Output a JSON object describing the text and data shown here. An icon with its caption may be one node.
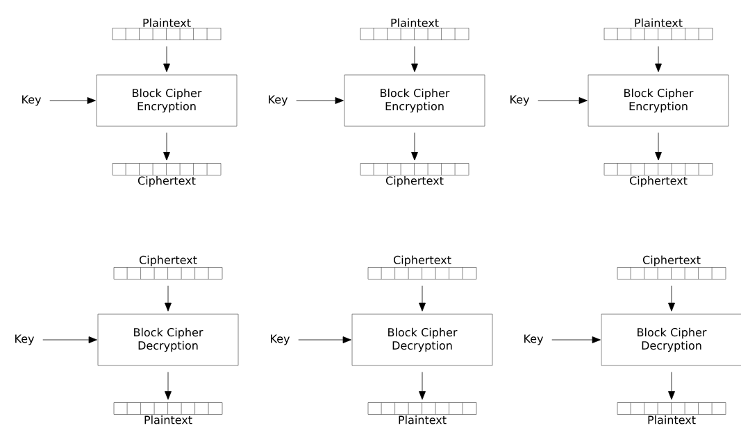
{
  "diagram": {
    "nodes": [
      {
        "text": [
          "Plaintext"
        ]
      },
      {
        "text": [
          "Key"
        ]
      },
      {
        "text": [
          "Block Cipher Encryption"
        ]
      },
      {
        "text": [
          "Ciphertext"
        ]
      },
      {
        "text": [
          "Plaintext"
        ]
      },
      {
        "text": [
          "Key"
        ]
      },
      {
        "text": [
          "Block Cipher Encryption"
        ]
      },
      {
        "text": [
          "Ciphertext"
        ]
      },
      {
        "text": [
          "Plaintext"
        ]
      },
      {
        "text": [
          "Key"
        ]
      },
      {
        "text": [
          "Block Cipher Encryption"
        ]
      },
      {
        "text": [
          "Ciphertext"
        ]
      },
      {
        "text": [
          "Ciphertext"
        ]
      },
      {
        "text": [
          "Key"
        ]
      },
      {
        "text": [
          "Block Cipher Decryption"
        ]
      },
      {
        "text": [
          "Plaintext"
        ]
      },
      {
        "text": [
          "Ciphertext"
        ]
      },
      {
        "text": [
          "Key"
        ]
      },
      {
        "text": [
          "Block Cipher Decryption"
        ]
      },
      {
        "text": [
          "Plaintext"
        ]
      },
      {
        "text": [
          "Ciphertext"
        ]
      },
      {
        "text": [
          "Key"
        ]
      },
      {
        "text": [
          "Block Cipher Decryption"
        ]
      },
      {
        "text": [
          "Plaintext"
        ]
      }
    ],
    "edges": [
      {
        "from": 0,
        "to": 2,
        "arrow": "to"
      },
      {
        "from": 1,
        "to": 2,
        "arrow": "to"
      },
      {
        "from": 2,
        "to": 3,
        "arrow": "to"
      },
      {
        "from": 4,
        "to": 6,
        "arrow": "to"
      },
      {
        "from": 5,
        "to": 6,
        "arrow": "to"
      },
      {
        "from": 6,
        "to": 7,
        "arrow": "to"
      },
      {
        "from": 8,
        "to": 10,
        "arrow": "to"
      },
      {
        "from": 9,
        "to": 10,
        "arrow": "to"
      },
      {
        "from": 10,
        "to": 11,
        "arrow": "to"
      },
      {
        "from": 12,
        "to": 14,
        "arrow": "to"
      },
      {
        "from": 13,
        "to": 14,
        "arrow": "to"
      },
      {
        "from": 14,
        "to": 15,
        "arrow": "to"
      },
      {
        "from": 16,
        "to": 18,
        "arrow": "to"
      },
      {
        "from": 17,
        "to": 18,
        "arrow": "to"
      },
      {
        "from": 18,
        "to": 19,
        "arrow": "to"
      },
      {
        "from": 20,
        "to": 22,
        "arrow": "to"
      },
      {
        "from": 21,
        "to": 22,
        "arrow": "to"
      },
      {
        "from": 22,
        "to": 23,
        "arrow": "to"
      }
    ]
  }
}
